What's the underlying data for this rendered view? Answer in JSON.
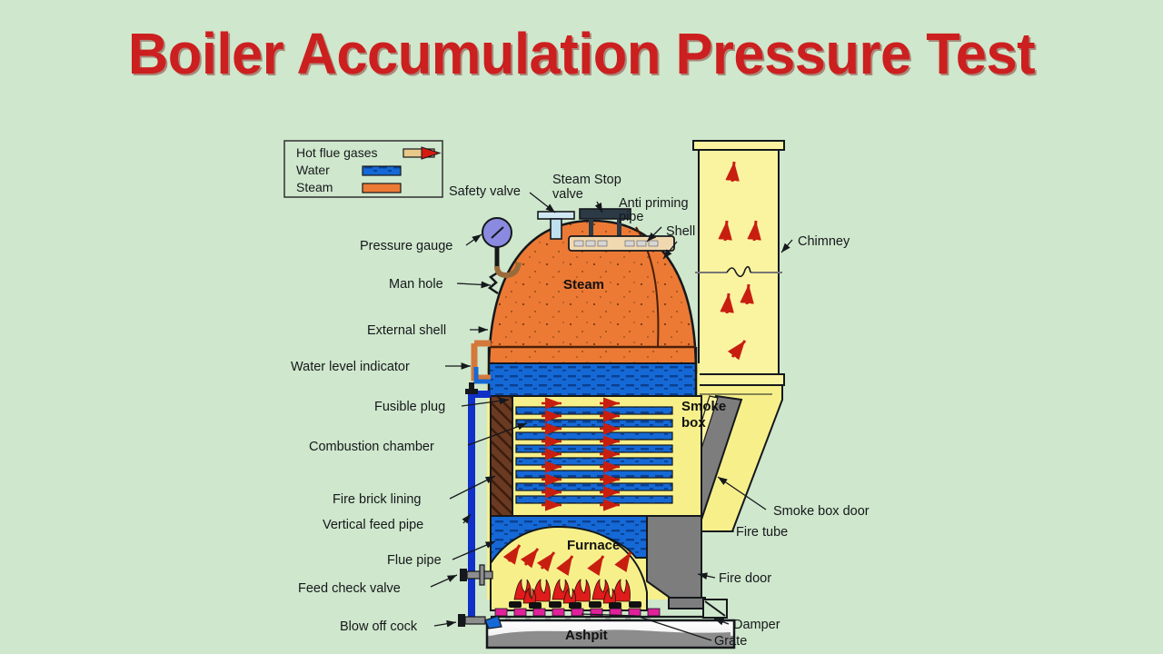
{
  "page": {
    "title": "Boiler Accumulation Pressure Test",
    "background_color": "#cfe7cc",
    "title_color": "#cc1f1f"
  },
  "legend": {
    "items": [
      {
        "label": "Hot flue gases",
        "swatch": "hot-flue-gases-arrow",
        "color": "#e8c98a"
      },
      {
        "label": "Water",
        "swatch": "water-bar",
        "color": "#1569d6"
      },
      {
        "label": "Steam",
        "swatch": "steam-bar",
        "color": "#e8742c"
      }
    ]
  },
  "diagram": {
    "name": "cochran-boiler-cutaway",
    "inner_labels": [
      {
        "id": "steam",
        "text": "Steam"
      },
      {
        "id": "furnace",
        "text": "Furnace"
      },
      {
        "id": "ashpit",
        "text": "Ashpit"
      },
      {
        "id": "smoke-box",
        "text": "Smoke"
      },
      {
        "id": "smoke-box-2",
        "text": "box"
      }
    ],
    "left_callouts": [
      {
        "id": "pressure-gauge",
        "text": "Pressure gauge"
      },
      {
        "id": "man-hole",
        "text": "Man hole"
      },
      {
        "id": "external-shell",
        "text": "External shell"
      },
      {
        "id": "water-level-indicator",
        "text": "Water level indicator"
      },
      {
        "id": "fusible-plug",
        "text": "Fusible plug"
      },
      {
        "id": "combustion-chamber",
        "text": "Combustion chamber"
      },
      {
        "id": "fire-brick-lining",
        "text": "Fire brick lining"
      },
      {
        "id": "vertical-feed-pipe",
        "text": "Vertical feed pipe"
      },
      {
        "id": "flue-pipe",
        "text": "Flue pipe"
      },
      {
        "id": "feed-check-valve",
        "text": "Feed check valve"
      },
      {
        "id": "blow-off-cock",
        "text": "Blow off cock"
      }
    ],
    "top_callouts": [
      {
        "id": "safety-valve",
        "text": "Safety valve"
      },
      {
        "id": "steam-stop-valve-1",
        "text": "Steam Stop"
      },
      {
        "id": "steam-stop-valve-2",
        "text": "valve"
      },
      {
        "id": "anti-priming-pipe-1",
        "text": "Anti priming"
      },
      {
        "id": "anti-priming-pipe-2",
        "text": "pipe"
      },
      {
        "id": "shell",
        "text": "Shell"
      }
    ],
    "right_callouts": [
      {
        "id": "chimney",
        "text": "Chimney"
      },
      {
        "id": "smoke-box-door",
        "text": "Smoke box door"
      },
      {
        "id": "fire-tube",
        "text": "Fire tube"
      },
      {
        "id": "fire-door",
        "text": "Fire door"
      },
      {
        "id": "damper",
        "text": "Damper"
      },
      {
        "id": "grate",
        "text": "Grate"
      }
    ],
    "colors": {
      "steam": "#ec7a35",
      "water": "#1569d6",
      "flue_gas": "#f7f08a",
      "chimney": "#faf3a0",
      "brick": "#6b3a22",
      "metal": "#7d7d7d",
      "flame": "#e01b1b",
      "gauge": "#8a8ae0",
      "ash": "#8c8c8c",
      "outline": "#15181c"
    }
  }
}
